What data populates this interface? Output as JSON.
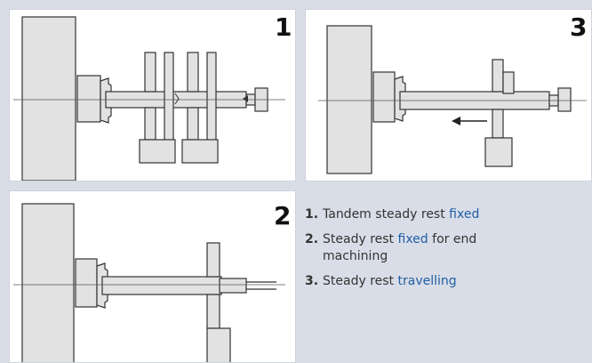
{
  "panels": [
    {
      "id": "panel-1",
      "number": "1"
    },
    {
      "id": "panel-3",
      "number": "3"
    },
    {
      "id": "panel-2",
      "number": "2"
    }
  ],
  "legend": [
    {
      "number": "1.",
      "text_before": "Tandem steady rest ",
      "highlight": "fixed",
      "text_after": ""
    },
    {
      "number": "2.",
      "text_before": "Steady rest ",
      "highlight": "fixed",
      "text_after": " for end machining"
    },
    {
      "number": "3.",
      "text_before": "Steady rest ",
      "highlight": "travelling",
      "text_after": ""
    }
  ],
  "colors": {
    "background": "#d9dde7",
    "panel": "#ffffff",
    "highlight_text": "#1f5fa6",
    "gray_fill": "#e2e2e2"
  }
}
